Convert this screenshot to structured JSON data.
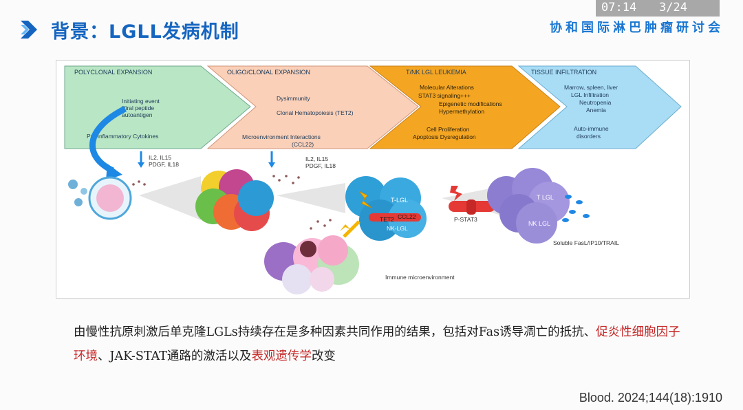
{
  "header": {
    "title": "背景：LGLL发病机制",
    "org": "协和国际淋巴肿瘤研讨会",
    "time": "07:14",
    "page": "3/24"
  },
  "figure": {
    "stages": [
      {
        "title": "POLYCLONAL EXPANSION",
        "lines": [
          "Initiating event",
          "Viral peptide",
          "autoantigen",
          "Pro-inflammatory Cytokines"
        ]
      },
      {
        "title": "OLIGO/CLONAL EXPANSION",
        "lines": [
          "Dysimmunity",
          "Clonal Hematopoiesis (TET2)",
          "Microenvironment Interactions",
          "(CCL22)"
        ]
      },
      {
        "title": "T/NK LGL LEUKEMIA",
        "lines": [
          "Molecular Alterations",
          "STAT3 signaling+++",
          "Epigenetic modifications",
          "Hypermethylation",
          "Cell Proliferation",
          "Apoptosis Dysregulation"
        ]
      },
      {
        "title": "TISSUE INFILTRATION",
        "lines": [
          "Marrow, spleen, liver",
          "LGL Infiltration",
          "Neutropenia",
          "Anemia",
          "Auto-immune",
          "disorders"
        ]
      }
    ],
    "cytokines_1": [
      "IL2, IL15",
      "PDGF, IL18"
    ],
    "cytokines_2": [
      "IL2, IL15",
      "PDGF, IL18"
    ],
    "labels": {
      "t_lgl": "T-LGL",
      "nk_lgl": "NK-LGL",
      "tet2": "TET2",
      "ccl22": "CCL22",
      "p_stat3": "P-STAT3",
      "t_lgl_2": "T LGL",
      "nk_lgl_2": "NK LGL",
      "soluble": "Soluble FasL/IP10/TRAIL",
      "immune": "Immune microenvironment"
    }
  },
  "body": {
    "part1": "由慢性抗原刺激后单克隆LGLs持续存在是多种因素共同作用的结果，包括对Fas诱导凋亡的抵抗、",
    "red1": "促炎性细胞因子环境",
    "part2": "、JAK-STAT通路的激活以及",
    "red2": "表观遗传学",
    "part3": "改变"
  },
  "citation": "Blood. 2024;144(18):1910",
  "colors": {
    "title_blue": "#1565c0",
    "stage1": "#b9e6c4",
    "stage2": "#fbd0b8",
    "stage3": "#f4a623",
    "stage4": "#a9dcf5",
    "highlight_red": "#c62828"
  }
}
